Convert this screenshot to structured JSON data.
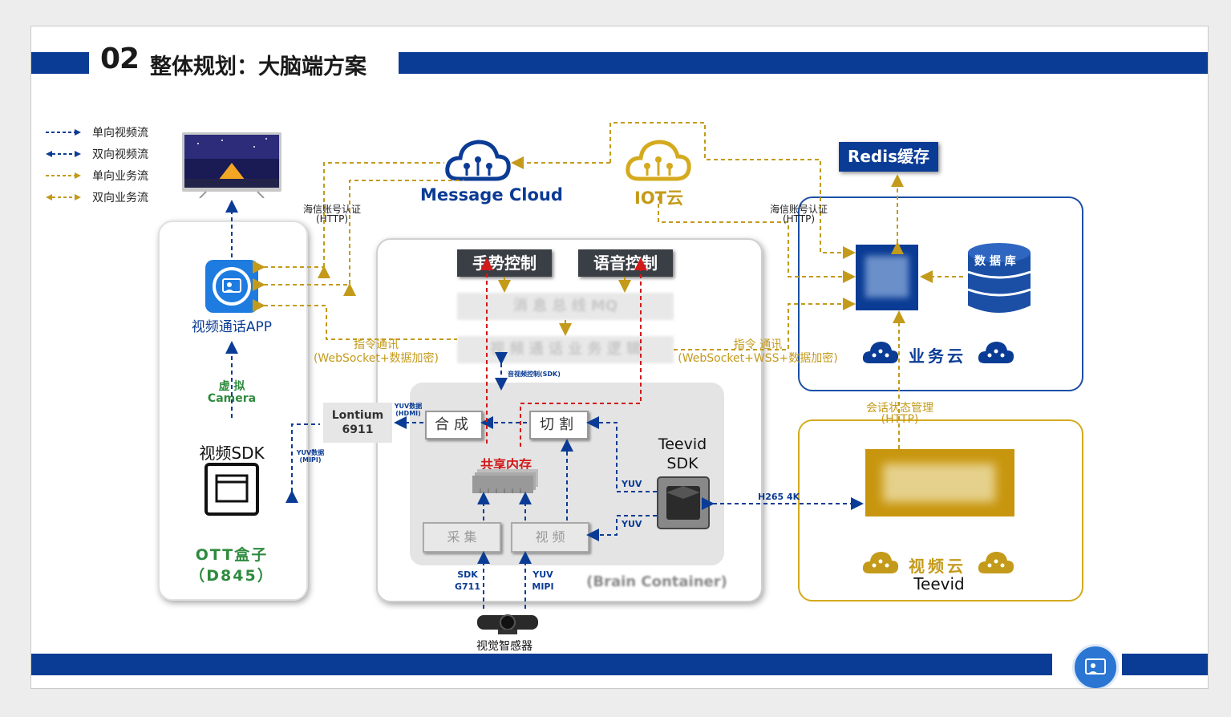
{
  "header": {
    "number": "02",
    "title": "整体规划：大脑端方案"
  },
  "legend": [
    {
      "label": "单向视频流",
      "color": "#0b3c95",
      "kind": "one-way"
    },
    {
      "label": "双向视频流",
      "color": "#0b3c95",
      "kind": "two-way"
    },
    {
      "label": "单向业务流",
      "color": "#c49a1a",
      "kind": "one-way"
    },
    {
      "label": "双向业务流",
      "color": "#c49a1a",
      "kind": "two-way"
    }
  ],
  "clouds": {
    "message_cloud": "Message Cloud",
    "iot_cloud": "IOT云",
    "redis": "Redis缓存",
    "database": "数 据 库"
  },
  "ott": {
    "app_label": "视频通话APP",
    "virtual_camera_line1": "虚 拟",
    "virtual_camera_line2": "Camera",
    "sdk_label": "视频SDK",
    "box_line1": "OTT盒子",
    "box_line2": "（D845）"
  },
  "annotations": {
    "auth_left": "海信账号认证",
    "auth_left_proto": "(HTTP)",
    "auth_right": "海信账号认证",
    "auth_right_proto": "(HTTP)",
    "cmd_left": "指令通讯",
    "cmd_left_proto": "(WebSocket+数据加密)",
    "cmd_right": "指令 通讯",
    "cmd_right_proto": "(WebSocket+WSS+数据加密)",
    "session": "会话状态管理",
    "session_proto": "(HTTP)",
    "yuv_hdmi_1": "YUV数据",
    "yuv_hdmi_2": "(HDMI)",
    "yuv_mipi_1": "YUV数据",
    "yuv_mipi_2": "(MIPI)",
    "av_ctrl": "音视频控制(SDK)",
    "yuv_a": "YUV",
    "yuv_b": "YUV",
    "h265": "H265  4K",
    "sdk_g711_1": "SDK",
    "sdk_g711_2": "G711",
    "yuv_mipi_b1": "YUV",
    "yuv_mipi_b2": "MIPI"
  },
  "brain": {
    "gesture": "手势控制",
    "voice": "语音控制",
    "bus_blurred": "消 息 总 线 MQ",
    "service_blurred": "视 频 通 话 业 务 逻 辑",
    "compose": "合成",
    "split": "切割",
    "shared_mem": "共享内存",
    "capture_blurred": "采 集",
    "video_blurred": "视 频",
    "teevid_sdk_1": "Teevid",
    "teevid_sdk_2": "SDK",
    "footer_blurred": "(Brain Container)",
    "lontium_1": "Lontium",
    "lontium_2": "6911",
    "sensor": "视觉智感器"
  },
  "business_cloud": {
    "label": "业务云"
  },
  "video_cloud": {
    "label": "视频云",
    "sub": "Teevid"
  },
  "colors": {
    "brand_blue": "#0b3c95",
    "gold": "#c49a1a",
    "red": "#d11a1a",
    "green": "#2e8b3e"
  }
}
